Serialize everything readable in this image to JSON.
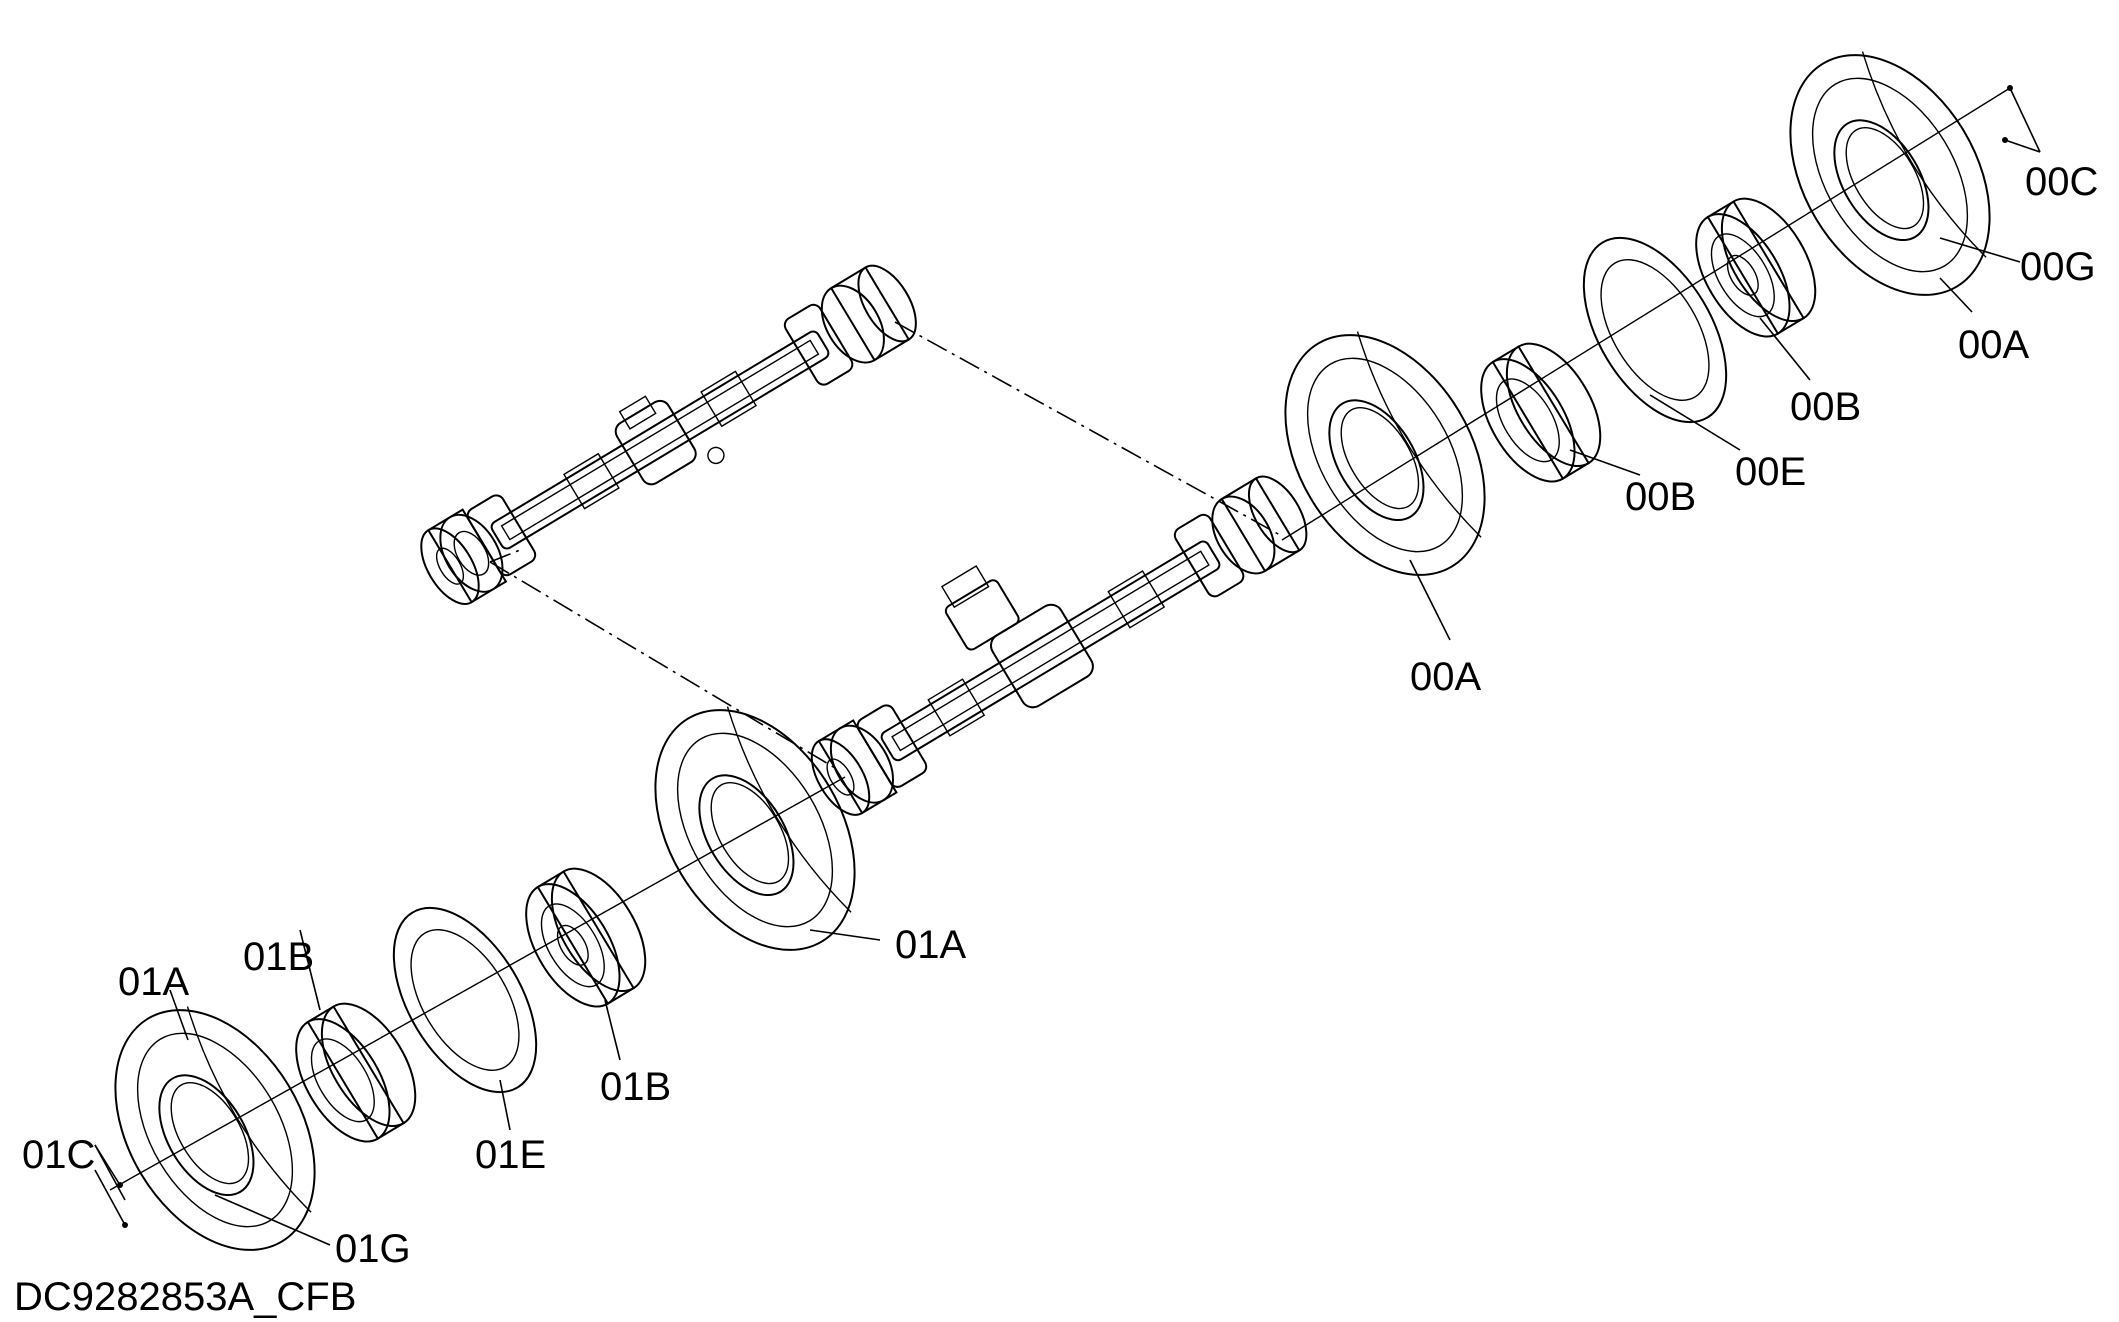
{
  "drawing_id": "DC9282853A_CFB",
  "callouts": {
    "c00C": "00C",
    "c00G": "00G",
    "c00A_top": "00A",
    "c00B_top": "00B",
    "c00E": "00E",
    "c00B_mid": "00B",
    "c00A_mid": "00A",
    "c01A_mid": "01A",
    "c01A_bottom": "01A",
    "c01B_left": "01B",
    "c01B_mid": "01B",
    "c01E": "01E",
    "c01C": "01C",
    "c01G": "01G"
  }
}
